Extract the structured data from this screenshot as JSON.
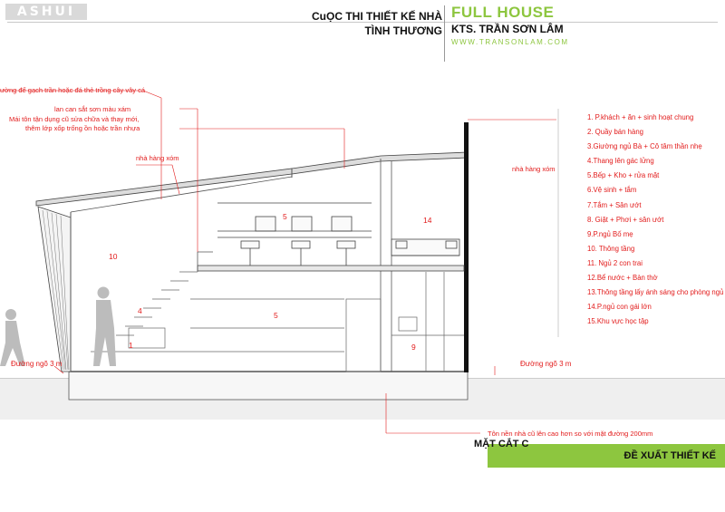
{
  "header": {
    "logo_text": "ASHUI",
    "competition_line1": "CuỌC THI THIẾT KẾ NHÀ",
    "competition_line2": "TÌNH THƯƠNG",
    "brand": "FULL HOUSE",
    "architect": "KTS. TRẦN SƠN LÂM",
    "website": "WWW.TRANSONLAM.COM"
  },
  "annotations": {
    "garden_wall": "ường để gạch trần hoặc đá thẻ trồng cây vây cá",
    "railing": "lan can sắt sơn màu xám",
    "roof_line1": "Mái tôn tận dụng cũ sửa chữa và thay mới,",
    "roof_line2": "thêm lớp xốp trống ồn hoặc trần nhựa",
    "neighbor_left": "nhà hàng xóm",
    "neighbor_right": "nhà hàng xóm",
    "floor_note": "Tôn nền nhà cũ lên cao hơn so với mặt đường 200mm",
    "road_left": "Đường ngõ 3 m",
    "road_right": "Đường ngõ 3 m"
  },
  "room_numbers": {
    "r1": "1",
    "r4": "4",
    "r5_ground": "5",
    "r5_mezz": "5",
    "r9": "9",
    "r10": "10",
    "r14": "14"
  },
  "legend": [
    "1. P.khách + ăn + sinh hoạt chung",
    "2. Quầy bán hàng",
    "3.Giường ngủ Bà + Cô tâm thần nhẹ",
    "4.Thang lên gác lửng",
    "5.Bếp + Kho + rửa mặt",
    "6.Vệ sinh + tắm",
    "7.Tắm + Sân ướt",
    "8. Giặt + Phơi + sân ướt",
    "9.P.ngủ Bố mẹ",
    "10. Thông tầng",
    "11. Ngủ 2 con trai",
    "12.Bể nước + Bàn thờ",
    "13.Thông tầng lấy ánh sáng cho phòng ngủ",
    "14.P.ngủ con gái lớn",
    "15.Khu vực học tập"
  ],
  "footer": {
    "section_title": "MẶT CẮT C",
    "proposal": "ĐỀ XUẤT THIẾT KẾ"
  },
  "colors": {
    "accent_green": "#8dc63f",
    "annotation_red": "#e21b1b",
    "line_gray": "#555555"
  }
}
